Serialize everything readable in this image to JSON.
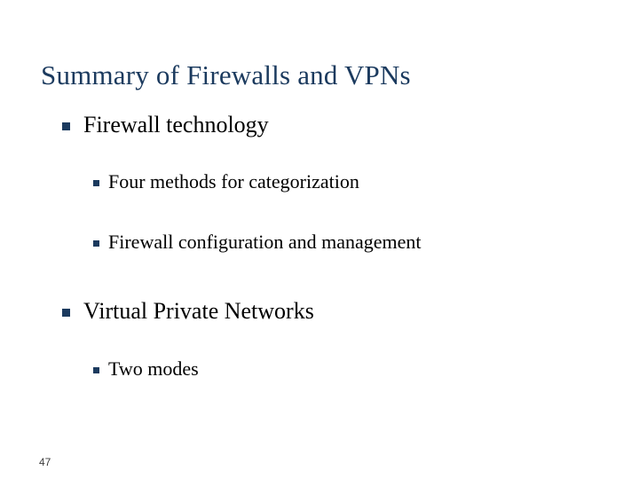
{
  "slide": {
    "title": "Summary of Firewalls and VPNs",
    "page_number": "47",
    "background_color": "#FFFFFF",
    "title_color": "#1B3A5E",
    "bullet_color": "#1B3A5E",
    "body_text_color": "#000000"
  },
  "body": {
    "bullets": [
      {
        "level": 1,
        "text": "Firewall technology",
        "bullet_glyph": "square-bullet"
      },
      {
        "level": 2,
        "text": "Four methods for categorization",
        "bullet_glyph": "square-bullet"
      },
      {
        "level": 2,
        "text": "Firewall configuration and management",
        "bullet_glyph": "square-bullet"
      },
      {
        "level": 1,
        "text": "Virtual Private Networks",
        "bullet_glyph": "square-bullet"
      },
      {
        "level": 2,
        "text": "Two modes",
        "bullet_glyph": "square-bullet"
      }
    ]
  }
}
